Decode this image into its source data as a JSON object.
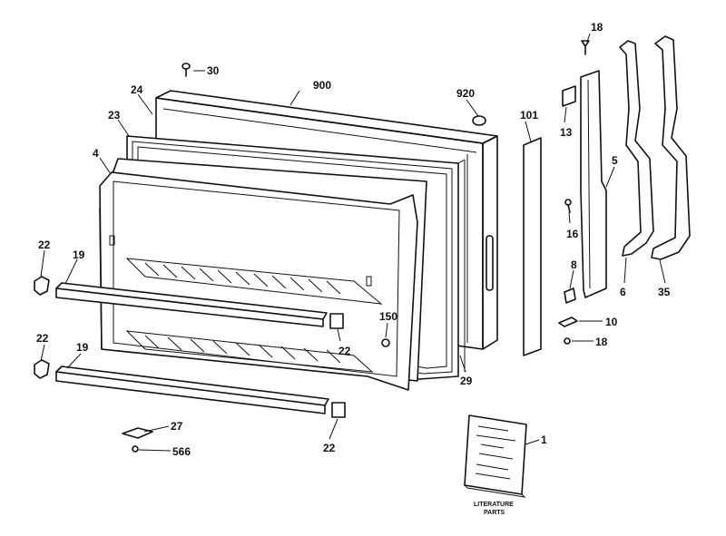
{
  "labels": {
    "l18a": "18",
    "l30": "30",
    "l900": "900",
    "l920": "920",
    "l24": "24",
    "l23": "23",
    "l4": "4",
    "l101": "101",
    "l13": "13",
    "l5": "5",
    "l16": "16",
    "l22a": "22",
    "l19a": "19",
    "l8": "8",
    "l6": "6",
    "l35": "35",
    "l150": "150",
    "l22b": "22",
    "l22c": "22",
    "l19b": "19",
    "l10": "10",
    "l18b": "18",
    "l29": "29",
    "l27": "27",
    "l566": "566",
    "l22d": "22",
    "l1": "1"
  },
  "literature": {
    "line1": "LITERATURE",
    "line2": "PARTS"
  }
}
